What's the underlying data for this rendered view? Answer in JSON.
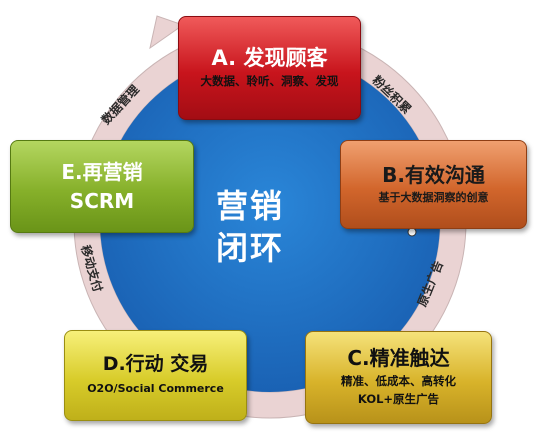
{
  "center": {
    "line1": "营销",
    "line2": "闭环"
  },
  "steps": {
    "a": {
      "title": "A. 发现顾客",
      "subtitle": "大数据、聆听、洞察、发现"
    },
    "b": {
      "title": "B.有效沟通",
      "subtitle": "基于大数据洞察的创意"
    },
    "c": {
      "title": "C.精准触达",
      "line1": "精准、低成本、高转化",
      "line2": "KOL+原生广告"
    },
    "d": {
      "title": "D.行动 交易",
      "subtitle": "O2O/Social Commerce"
    },
    "e": {
      "title": "E.再营销",
      "subtitle": "SCRM"
    }
  },
  "arc_labels": {
    "fans": "粉丝积累",
    "native_ad": "原生广告",
    "mobile_pay": "移动支付",
    "data_mgmt": "数据管理"
  },
  "colors": {
    "circle": "#1f6fc4",
    "ring": "#ead3d3",
    "box_a": "#c8141c",
    "box_b": "#d2662c",
    "box_c": "#d8b32a",
    "box_d": "#d8cc2a",
    "box_e": "#86b02a"
  }
}
